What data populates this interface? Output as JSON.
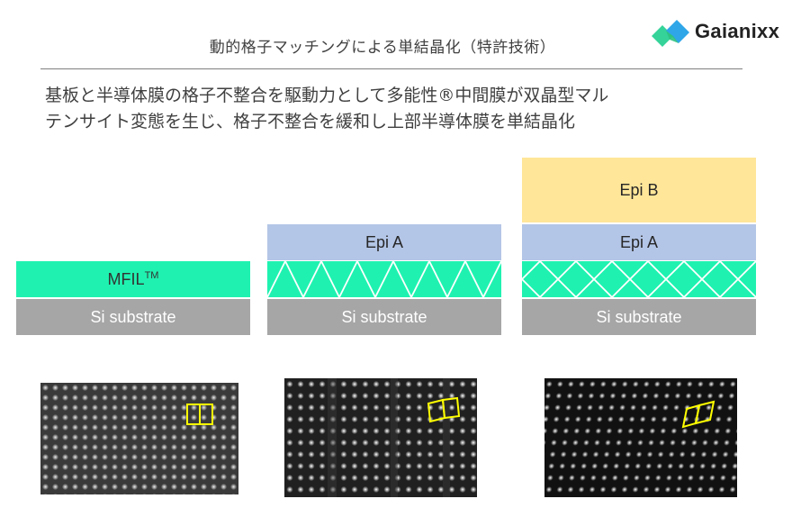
{
  "header": {
    "title": "動的格子マッチングによる単結晶化（特許技術）",
    "logo_text": "Gaianixx",
    "logo_icon": "diamond-logo-icon"
  },
  "description": {
    "line1": "基板と半導体膜の格子不整合を駆動力として多能性®中間膜が双晶型マル",
    "line2": "テンサイト変態を生じ、格子不整合を緩和し上部半導体膜を単結晶化"
  },
  "stacks": [
    {
      "substrate": "Si substrate",
      "mfil_label": "MFIL",
      "mfil_sup": "TM"
    },
    {
      "substrate": "Si substrate",
      "epi_a": "Epi A"
    },
    {
      "substrate": "Si substrate",
      "epi_a": "Epi A",
      "epi_b": "Epi B"
    }
  ],
  "colors": {
    "substrate": "#a6a6a6",
    "mfil": "#1ff2b0",
    "epi_a": "#b4c6e7",
    "epi_b": "#ffe699",
    "highlight": "#ffff00",
    "logo_green": "#2ec27e",
    "logo_blue": "#2f8fe0"
  }
}
